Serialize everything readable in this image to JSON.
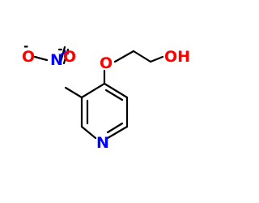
{
  "molecule": {
    "atoms": {
      "hydroxyl": "OH",
      "ether_oxygen": "O",
      "nitro_nitrogen": "N",
      "nitro_oxygen_top": "O",
      "nitro_oxygen_left": "O",
      "ring_nitrogen": "N"
    },
    "charges": {
      "nitro_nitrogen": "+",
      "nitro_oxygen_left": "-"
    },
    "colors": {
      "oxygen": "#ff0000",
      "nitrogen": "#0000ff",
      "bond": "#000000",
      "background": "#ffffff"
    }
  }
}
